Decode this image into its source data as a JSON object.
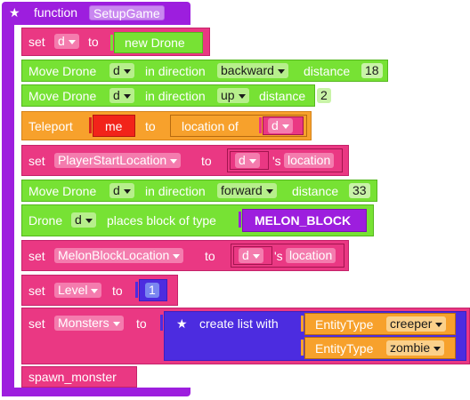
{
  "function_block": {
    "star": "★",
    "keyword": "function",
    "name": "SetupGame",
    "color": "#9d1ede"
  },
  "blocks": {
    "set_d": {
      "kw": "set",
      "var": "d",
      "to": "to",
      "value": "new Drone"
    },
    "move1": {
      "label": "Move Drone",
      "var": "d",
      "dir_label": "in direction",
      "dir": "backward",
      "dist_label": "distance",
      "dist": "18"
    },
    "move2": {
      "label": "Move Drone",
      "var": "d",
      "dir_label": "in direction",
      "dir": "up",
      "dist_label": "distance",
      "dist": "2"
    },
    "teleport": {
      "label": "Teleport",
      "target": "me",
      "to": "to",
      "loc_label": "location of",
      "loc_var": "d"
    },
    "set_start": {
      "kw": "set",
      "var": "PlayerStartLocation",
      "to": "to",
      "obj": "d",
      "poss": "'s",
      "prop": "location"
    },
    "move3": {
      "label": "Move Drone",
      "var": "d",
      "dir_label": "in direction",
      "dir": "forward",
      "dist_label": "distance",
      "dist": "33"
    },
    "place": {
      "label": "Drone",
      "var": "d",
      "mid": "places block of type",
      "block_type": "MELON_BLOCK"
    },
    "set_melon": {
      "kw": "set",
      "var": "MelonBlockLocation",
      "to": "to",
      "obj": "d",
      "poss": "'s",
      "prop": "location"
    },
    "set_level": {
      "kw": "set",
      "var": "Level",
      "to": "to",
      "value": "1"
    },
    "set_monsters": {
      "kw": "set",
      "var": "Monsters",
      "to": "to",
      "list_star": "★",
      "list_label": "create list with",
      "items": [
        {
          "label": "EntityType",
          "value": "creeper"
        },
        {
          "label": "EntityType",
          "value": "zombie"
        }
      ]
    },
    "spawn": {
      "label": "spawn_monster"
    }
  },
  "colors": {
    "pink": "#ea3883",
    "green": "#77e234",
    "orange": "#f7a12c",
    "purple": "#9d1ede",
    "blue": "#4c2ce0"
  }
}
